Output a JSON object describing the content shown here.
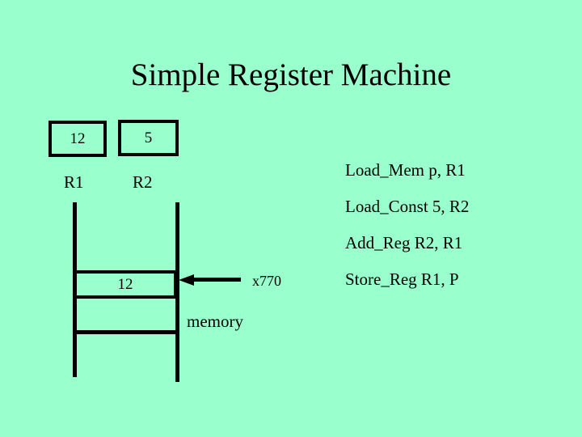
{
  "slide": {
    "title": "Simple Register Machine",
    "background_color": "#99ffcc",
    "ink_color": "#000000"
  },
  "registers": [
    {
      "name": "R1",
      "label": "R1",
      "value": "12"
    },
    {
      "name": "R2",
      "label": "R2",
      "value": "5"
    }
  ],
  "memory": {
    "caption": "memory",
    "address_label": "x770",
    "cell_value": "12",
    "arrow_icon": "left-arrow-icon"
  },
  "instructions": [
    {
      "text": "Load_Mem p, R1"
    },
    {
      "text": "Load_Const 5, R2"
    },
    {
      "text": "Add_Reg R2, R1"
    },
    {
      "text": "Store_Reg R1, P"
    }
  ]
}
